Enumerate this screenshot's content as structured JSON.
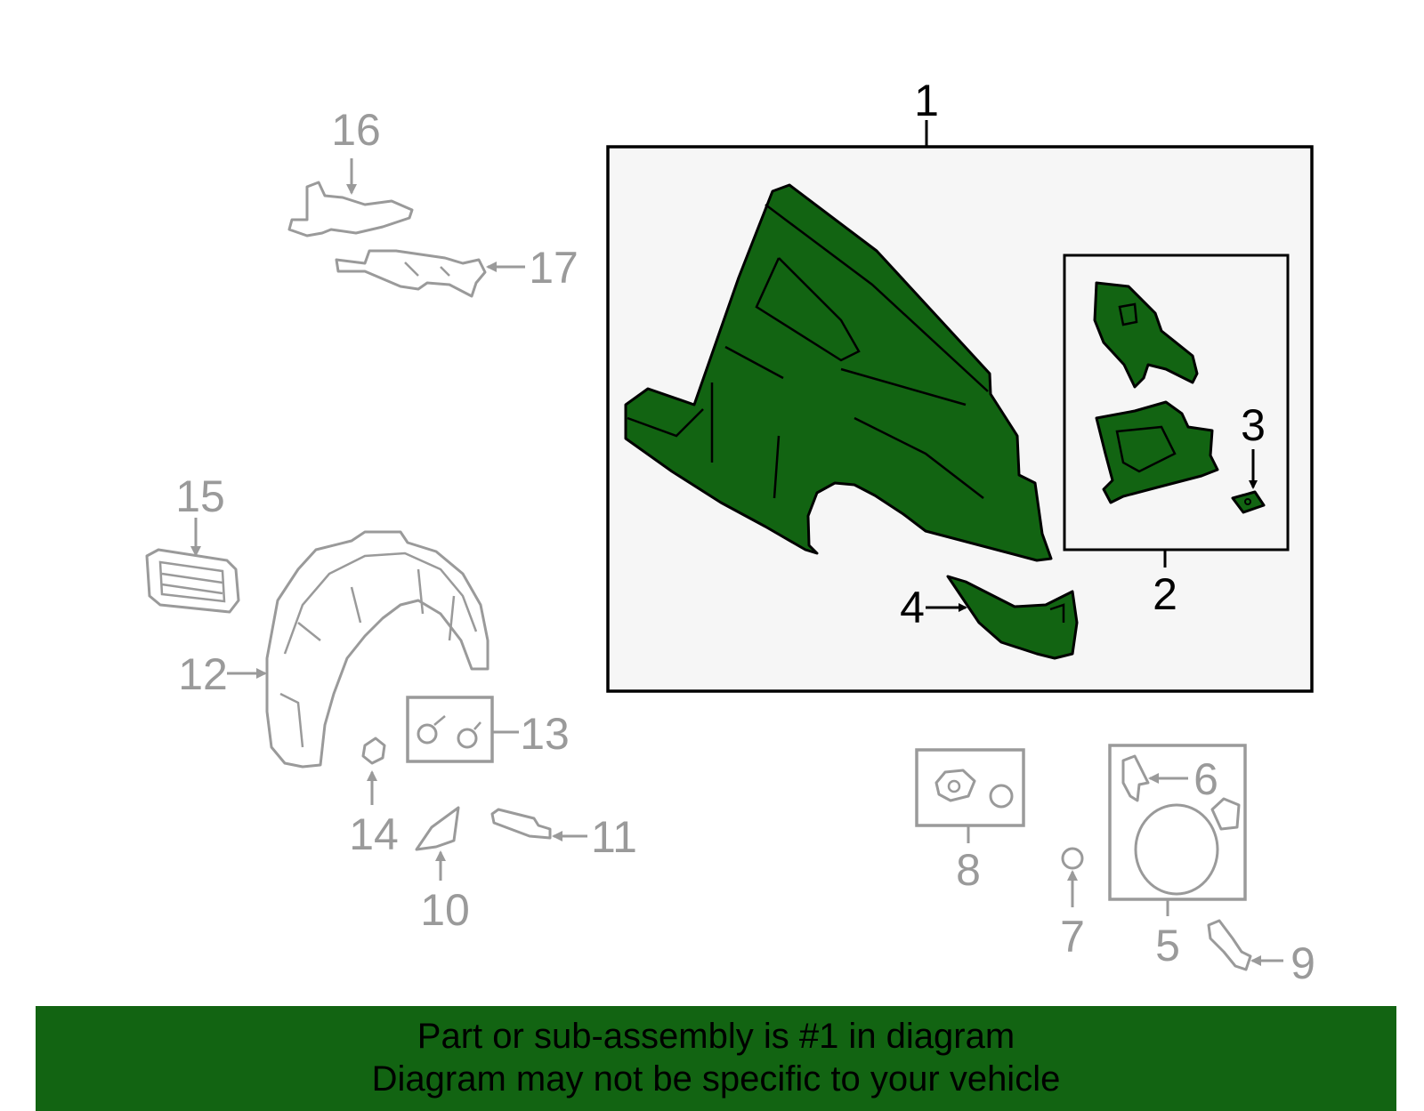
{
  "callouts": {
    "n1": "1",
    "n2": "2",
    "n3": "3",
    "n4": "4",
    "n5": "5",
    "n6": "6",
    "n7": "7",
    "n8": "8",
    "n9": "9",
    "n10": "10",
    "n11": "11",
    "n12": "12",
    "n13": "13",
    "n14": "14",
    "n15": "15",
    "n16": "16",
    "n17": "17"
  },
  "banner": {
    "line1": "Part or sub-assembly is #1 in diagram",
    "line2": "Diagram may not be specific to your vehicle"
  },
  "colors": {
    "highlight": "#126412",
    "inactive": "#9a9a9a",
    "box_fill": "#f6f6f6"
  }
}
